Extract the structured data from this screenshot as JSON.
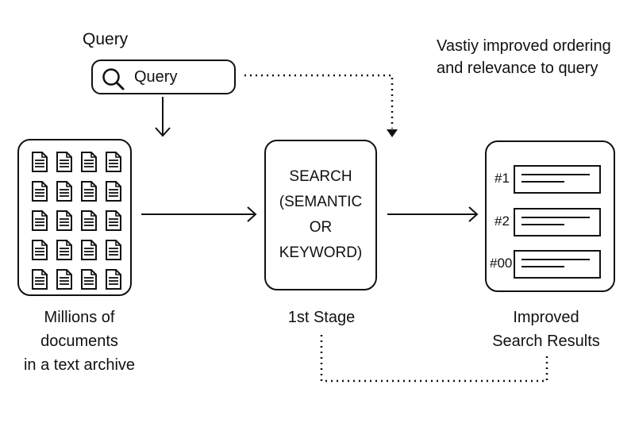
{
  "query": {
    "heading": "Query",
    "box_text": "Query",
    "icon": "search-icon"
  },
  "note": "Vastiy improved ordering and relevance to query",
  "archive": {
    "doc_icon": "document-icon",
    "caption_lines": [
      "Millions of",
      "documents",
      "in a text archive"
    ]
  },
  "search": {
    "lines": [
      "SEARCH",
      "(SEMANTIC",
      "OR",
      "KEYWORD)"
    ],
    "caption": "1st Stage"
  },
  "results": {
    "items": [
      {
        "rank": "#1"
      },
      {
        "rank": "#2"
      },
      {
        "rank": "#00"
      }
    ],
    "caption_lines": [
      "Improved",
      "Search Results"
    ]
  },
  "colors": {
    "ink": "#111111",
    "background": "#ffffff"
  }
}
